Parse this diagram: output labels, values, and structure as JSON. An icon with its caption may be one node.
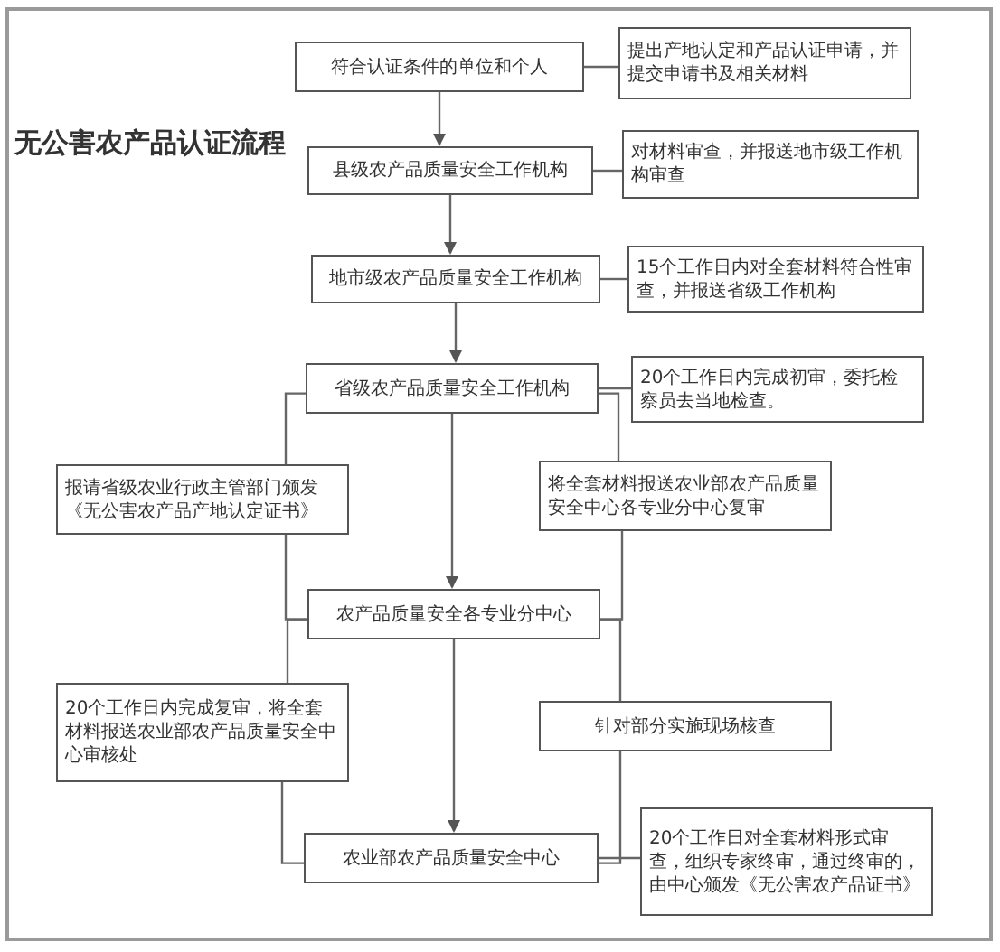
{
  "diagram": {
    "title": "无公害农产品认证流程",
    "nodes": [
      {
        "text": [
          "符合认证条件的单位和个人"
        ]
      },
      {
        "text": [
          "提出产地认定和产品认证申请，并提交申请书及相关材料"
        ]
      },
      {
        "text": [
          "县级农产品质量安全工作机构"
        ]
      },
      {
        "text": [
          "对材料审查，并报送地市级工作机构审查"
        ]
      },
      {
        "text": [
          "地市级农产品质量安全工作机构"
        ]
      },
      {
        "text": [
          "15个工作日内对全套材料符合性审查，并报送省级工作机构"
        ]
      },
      {
        "text": [
          "省级农产品质量安全工作机构"
        ]
      },
      {
        "text": [
          "20个工作日内完成初审，委托检察员去当地检查。"
        ]
      },
      {
        "text": [
          "报请省级农业行政主管部门颁发《无公害农产品产地认定证书》"
        ]
      },
      {
        "text": [
          "将全套材料报送农业部农产品质量安全中心各专业分中心复审"
        ]
      },
      {
        "text": [
          "农产品质量安全各专业分中心"
        ]
      },
      {
        "text": [
          "20个工作日内完成复审，将全套材料报送农业部农产品质量安全中心审核处"
        ]
      },
      {
        "text": [
          "针对部分实施现场核查"
        ]
      },
      {
        "text": [
          "农业部农产品质量安全中心"
        ]
      },
      {
        "text": [
          "20个工作日对全套材料形式审查，组织专家终审，通过终审的，由中心颁发《无公害农产品证书》"
        ]
      }
    ],
    "edges": [
      {
        "from": 0,
        "to": 2,
        "arrow": "to"
      },
      {
        "from": 2,
        "to": 4,
        "arrow": "to"
      },
      {
        "from": 4,
        "to": 6,
        "arrow": "to"
      },
      {
        "from": 6,
        "to": 10,
        "arrow": "to"
      },
      {
        "from": 10,
        "to": 13,
        "arrow": "to"
      },
      {
        "from": 0,
        "to": 1,
        "arrow": "none"
      },
      {
        "from": 2,
        "to": 3,
        "arrow": "none"
      },
      {
        "from": 4,
        "to": 5,
        "arrow": "none"
      },
      {
        "from": 6,
        "to": 7,
        "arrow": "none"
      },
      {
        "from": 13,
        "to": 14,
        "arrow": "none"
      },
      {
        "from": 6,
        "to": 8,
        "arrow": "none"
      },
      {
        "from": 8,
        "to": 10,
        "arrow": "none"
      },
      {
        "from": 6,
        "to": 9,
        "arrow": "none"
      },
      {
        "from": 9,
        "to": 10,
        "arrow": "none"
      },
      {
        "from": 10,
        "to": 11,
        "arrow": "none"
      },
      {
        "from": 11,
        "to": 13,
        "arrow": "none"
      },
      {
        "from": 10,
        "to": 12,
        "arrow": "none"
      },
      {
        "from": 12,
        "to": 13,
        "arrow": "none"
      }
    ]
  }
}
